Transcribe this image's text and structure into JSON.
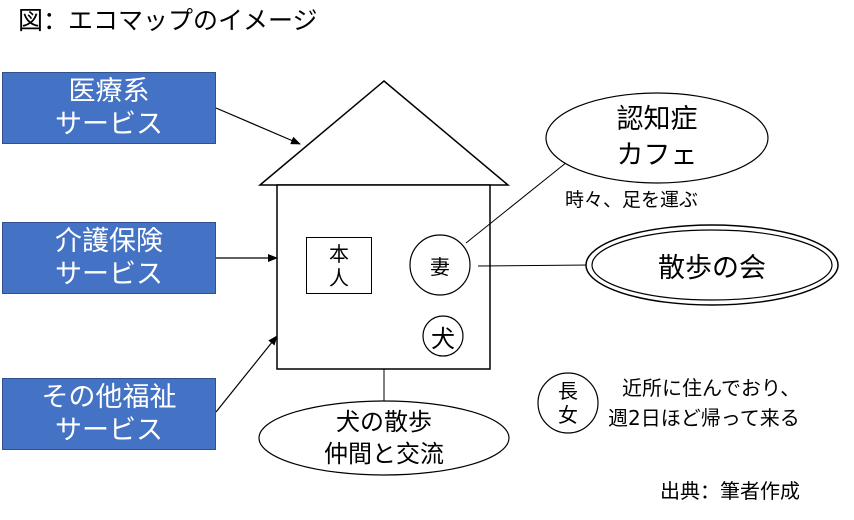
{
  "title": "図：エコマップのイメージ",
  "colors": {
    "service_box_fill": "#4472C4",
    "service_box_border": "#2F528F",
    "service_box_text": "#FFFFFF",
    "line": "#000000",
    "background": "#FFFFFF"
  },
  "services": [
    {
      "line1": "医療系",
      "line2": "サービス"
    },
    {
      "line1": "介護保険",
      "line2": "サービス"
    },
    {
      "line1": "その他福祉",
      "line2": "サービス"
    }
  ],
  "house": {
    "self_line1": "本",
    "self_line2": "人",
    "wife": "妻",
    "dog": "犬"
  },
  "dementia_cafe": {
    "line1": "認知症",
    "line2": "カフェ",
    "note": "時々、足を運ぶ"
  },
  "walking_club": "散歩の会",
  "dog_friends": {
    "line1": "犬の散歩",
    "line2": "仲間と交流"
  },
  "eldest_daughter": {
    "line1": "長",
    "line2": "女",
    "note_line1": "近所に住んでおり、",
    "note_line2": "週2日ほど帰って来る"
  },
  "source": "出典：筆者作成"
}
